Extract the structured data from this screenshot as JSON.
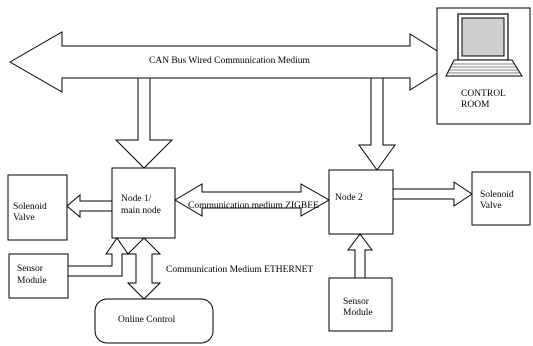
{
  "labels": {
    "can_bus": "CAN Bus Wired Communication Medium",
    "control_room_line1": "CONTROL",
    "control_room_line2": "ROOM",
    "node1_line1": "Node 1/",
    "node1_line2": "main node",
    "node2": "Node 2",
    "zigbee": "Communication medium ZIGBEE",
    "ethernet": "Communication Medium ETHERNET",
    "solenoid_left_line1": "Solenoid",
    "solenoid_left_line2": "Valve",
    "solenoid_right_line1": "Solenoid",
    "solenoid_right_line2": "Valve",
    "sensor_left_line1": "Sensor",
    "sensor_left_line2": "Module",
    "sensor_right_line1": "Sensor",
    "sensor_right_line2": "Module",
    "online_control": "Online Control"
  },
  "icons": {
    "control_room": "laptop-icon"
  },
  "colors": {
    "stroke": "#000000",
    "fill": "#ffffff",
    "screen": "#cfcfcf"
  }
}
